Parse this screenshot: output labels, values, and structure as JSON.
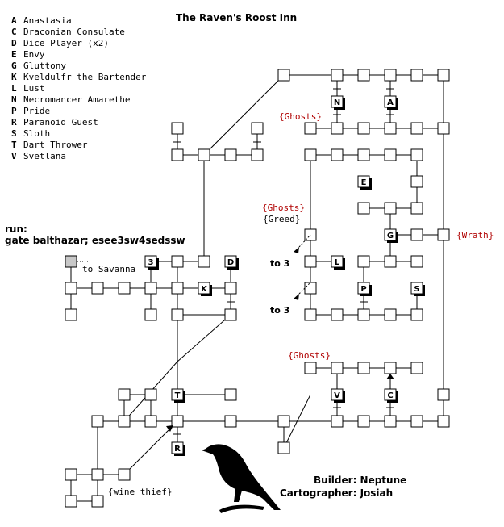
{
  "map": {
    "title": "The Raven's Roost Inn",
    "legend": [
      {
        "key": "A",
        "name": "Anastasia"
      },
      {
        "key": "C",
        "name": "Draconian Consulate"
      },
      {
        "key": "D",
        "name": "Dice Player (x2)"
      },
      {
        "key": "E",
        "name": "Envy"
      },
      {
        "key": "G",
        "name": "Gluttony"
      },
      {
        "key": "K",
        "name": "Kveldulfr the Bartender"
      },
      {
        "key": "L",
        "name": "Lust"
      },
      {
        "key": "N",
        "name": "Necromancer Amarethe"
      },
      {
        "key": "P",
        "name": "Pride"
      },
      {
        "key": "R",
        "name": "Paranoid Guest"
      },
      {
        "key": "S",
        "name": "Sloth"
      },
      {
        "key": "T",
        "name": "Dart Thrower"
      },
      {
        "key": "V",
        "name": "Svetlana"
      }
    ],
    "run_label": "run:",
    "run_path": "gate balthazar; esee3sw4sedssw",
    "labels": {
      "to_savanna": "to Savanna",
      "ghosts_top": "{Ghosts}",
      "ghosts_mid": "{Ghosts}",
      "greed": "{Greed}",
      "wrath": "{Wrath}",
      "ghosts_low": "{Ghosts}",
      "to3_a": "to 3",
      "to3_b": "to 3",
      "wine_thief": "{wine thief}"
    },
    "builder": "Builder: Neptune",
    "cartographer": "Cartographer: Josiah",
    "colors": {
      "annotation": "#b00000",
      "entry_room": "#c8c8c8"
    }
  }
}
